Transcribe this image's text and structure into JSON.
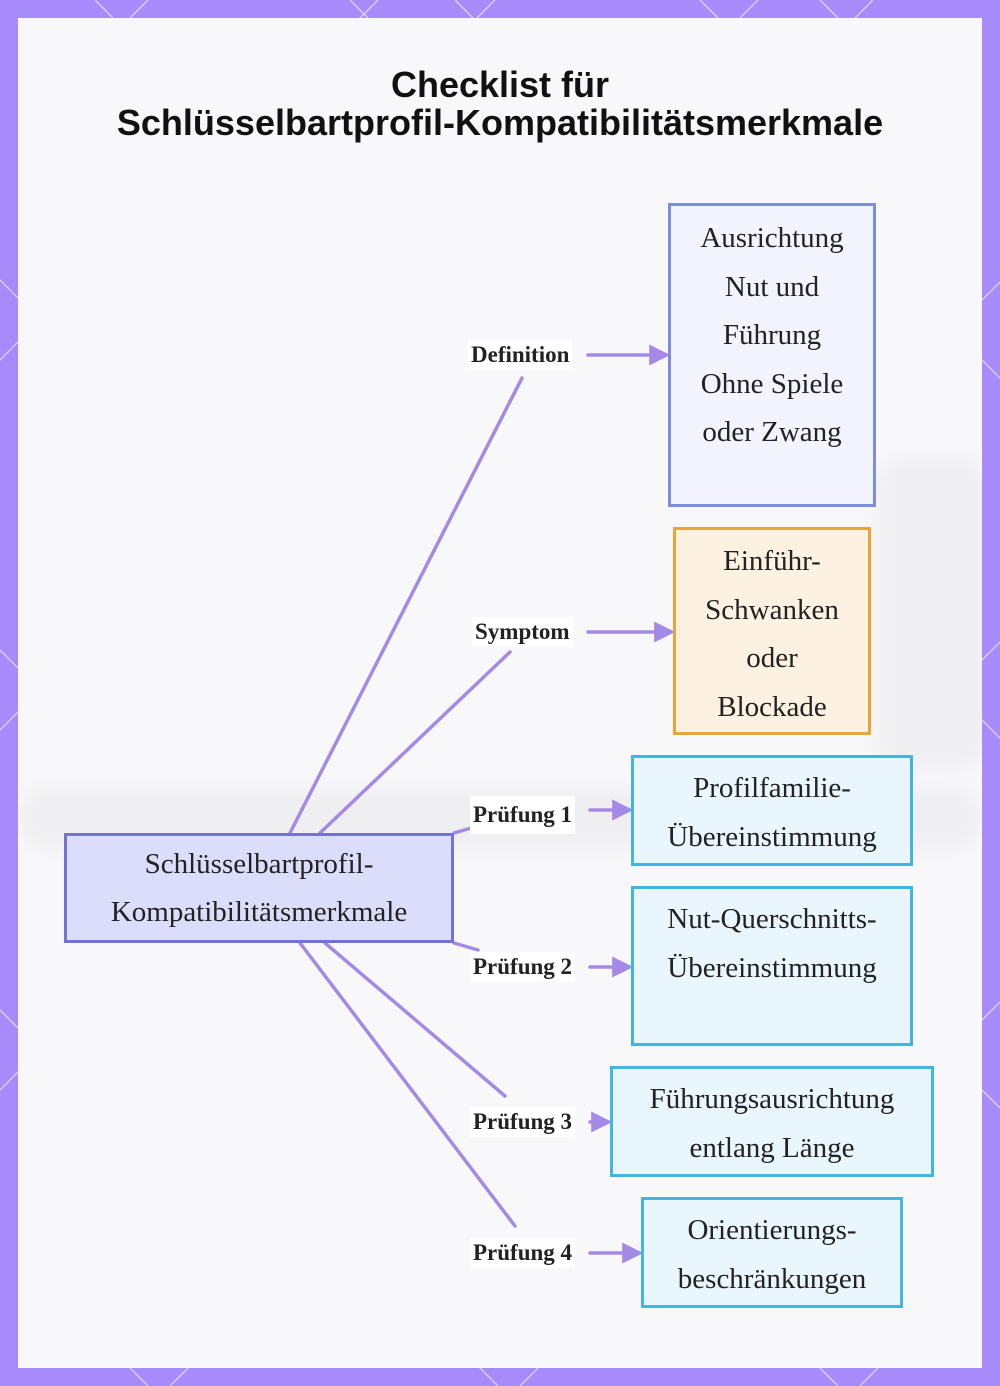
{
  "title": {
    "line1": "Checklist für",
    "line2": "Schlüsselbartprofil-Kompatibilitätsmerkmale"
  },
  "root": {
    "line1": "Schlüsselbartprofil-",
    "line2": "Kompatibilitätsmerkmale"
  },
  "branches": [
    {
      "label": "Definition",
      "lines": [
        "Ausrichtung",
        "Nut und",
        "Führung",
        "Ohne Spiele",
        "oder Zwang"
      ]
    },
    {
      "label": "Symptom",
      "lines": [
        "Einführ-",
        "Schwanken",
        "oder",
        "Blockade"
      ]
    },
    {
      "label": "Prüfung 1",
      "lines": [
        "Profilfamilie-",
        "Übereinstimmung"
      ]
    },
    {
      "label": "Prüfung 2",
      "lines": [
        "Nut-Querschnitts-",
        "Übereinstimmung"
      ]
    },
    {
      "label": "Prüfung 3",
      "lines": [
        "Führungsausrichtung",
        "entlang Länge"
      ]
    },
    {
      "label": "Prüfung 4",
      "lines": [
        "Orientierungs-",
        "beschränkungen"
      ]
    }
  ],
  "colors": {
    "frame": "#a78bfa",
    "connector": "#a48ae6",
    "root_fill": "#dcdcfb",
    "root_border": "#7472d6",
    "definition_fill": "#f3f3fd",
    "definition_border": "#7d8de0",
    "symptom_fill": "#fdf1e1",
    "symptom_border": "#eaa634",
    "check_fill": "#eaf6fd",
    "check_border": "#3fb7e2"
  }
}
